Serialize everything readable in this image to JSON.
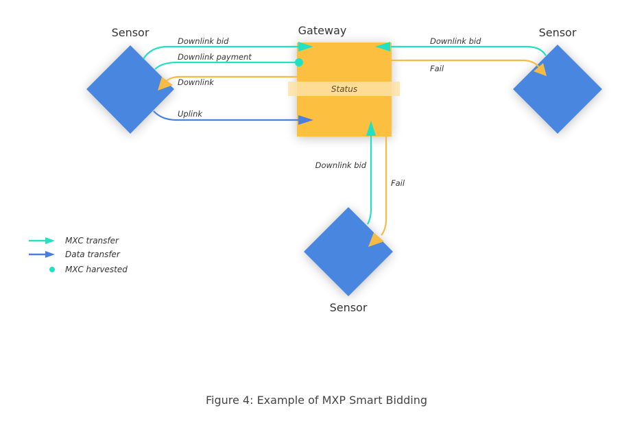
{
  "colors": {
    "sensor": "#4a86e0",
    "gateway": "#fcbf3f",
    "mxc": "#22e0c2",
    "data": "#4a80dc",
    "fail": "#f6bb45",
    "status_band": "#fde2a6"
  },
  "nodes": {
    "sensor_left": {
      "label": "Sensor"
    },
    "gateway": {
      "label": "Gateway",
      "status_label": "Status"
    },
    "sensor_right": {
      "label": "Sensor"
    },
    "sensor_bottom": {
      "label": "Sensor"
    }
  },
  "edges": {
    "left_downlink_bid": {
      "label": "Downlink bid",
      "type": "mxc"
    },
    "left_downlink_payment": {
      "label": "Downlink payment",
      "type": "mxc-harvested"
    },
    "left_downlink": {
      "label": "Downlink",
      "type": "fail"
    },
    "left_uplink": {
      "label": "Uplink",
      "type": "data"
    },
    "right_downlink_bid": {
      "label": "Downlink bid",
      "type": "mxc"
    },
    "right_fail": {
      "label": "Fail",
      "type": "fail"
    },
    "bottom_downlink_bid": {
      "label": "Downlink bid",
      "type": "mxc"
    },
    "bottom_fail": {
      "label": "Fail",
      "type": "fail"
    }
  },
  "legend": {
    "items": [
      {
        "label": "MXC transfer",
        "symbol": "mxc-arrow-icon"
      },
      {
        "label": "Data transfer",
        "symbol": "data-arrow-icon"
      },
      {
        "label": "MXC harvested",
        "symbol": "mxc-dot-icon"
      }
    ]
  },
  "caption": "Figure 4: Example of MXP Smart Bidding"
}
